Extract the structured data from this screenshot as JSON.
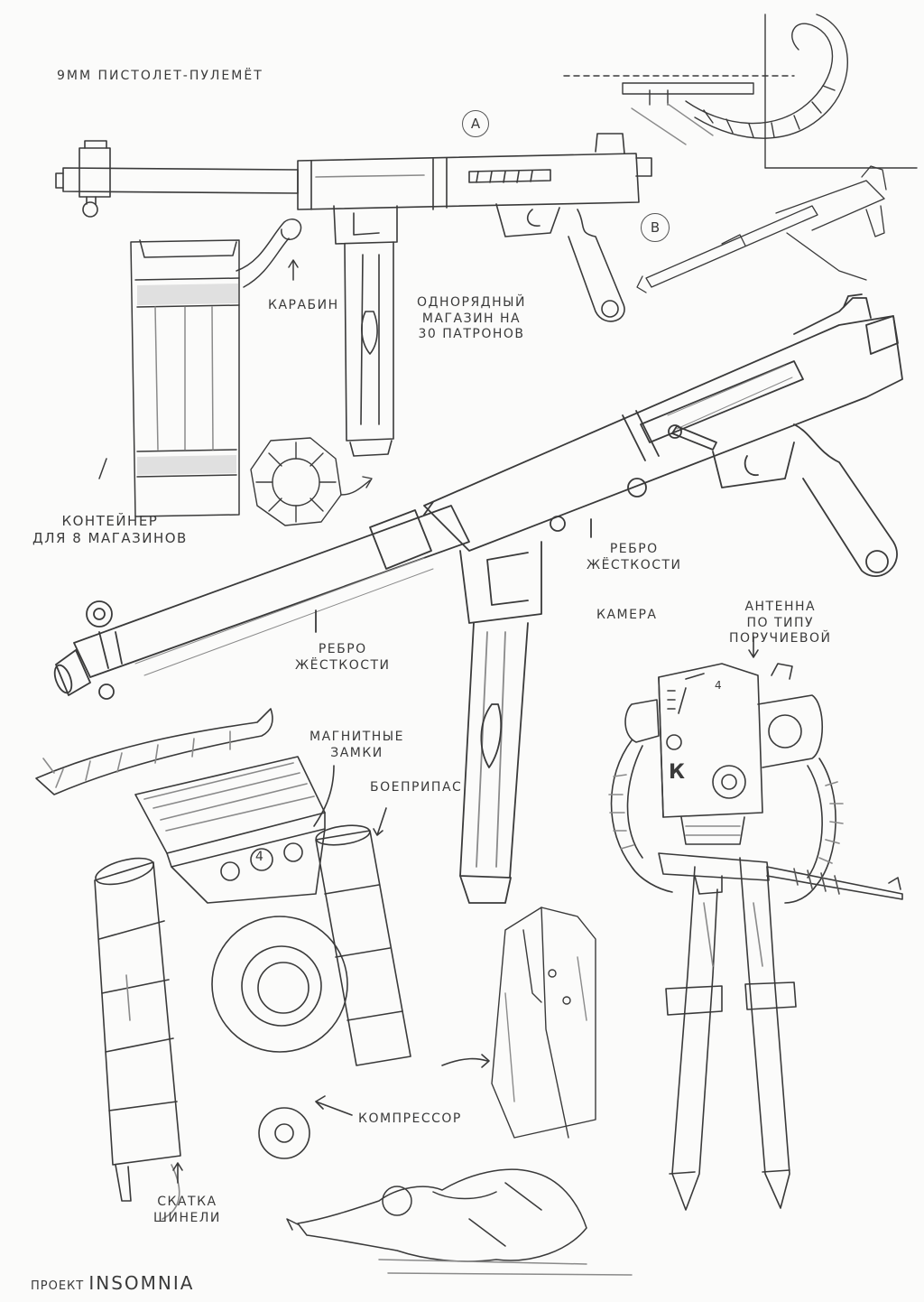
{
  "title": "9мм пистолет-пулемёт",
  "view_markers": {
    "a": "А",
    "b": "В"
  },
  "labels": {
    "carabiners": "карабин",
    "magazine": [
      "однорядный",
      "магазин на",
      "30 патронов"
    ],
    "container": [
      "контейнер",
      "для 8 магазинов"
    ],
    "rib_upper": [
      "ребро",
      "жёсткости"
    ],
    "rib_lower": [
      "ребро",
      "жёсткости"
    ],
    "camera": "камера",
    "antenna": [
      "антенна",
      "по типу",
      "поручиевой"
    ],
    "magnetic_locks": [
      "магнитные",
      "замки"
    ],
    "ammo": "боеприпас",
    "compressor": "компрессор",
    "greatcoat": [
      "скатка",
      "шинели"
    ]
  },
  "robot_marks": {
    "letter": "К",
    "number": "4"
  },
  "footer": {
    "prefix": "проект",
    "name": "Insomnia"
  },
  "palette": {
    "paper": "#fbfbfa",
    "pencil": "#3a3a3a",
    "shade": "#8a8a8a"
  }
}
